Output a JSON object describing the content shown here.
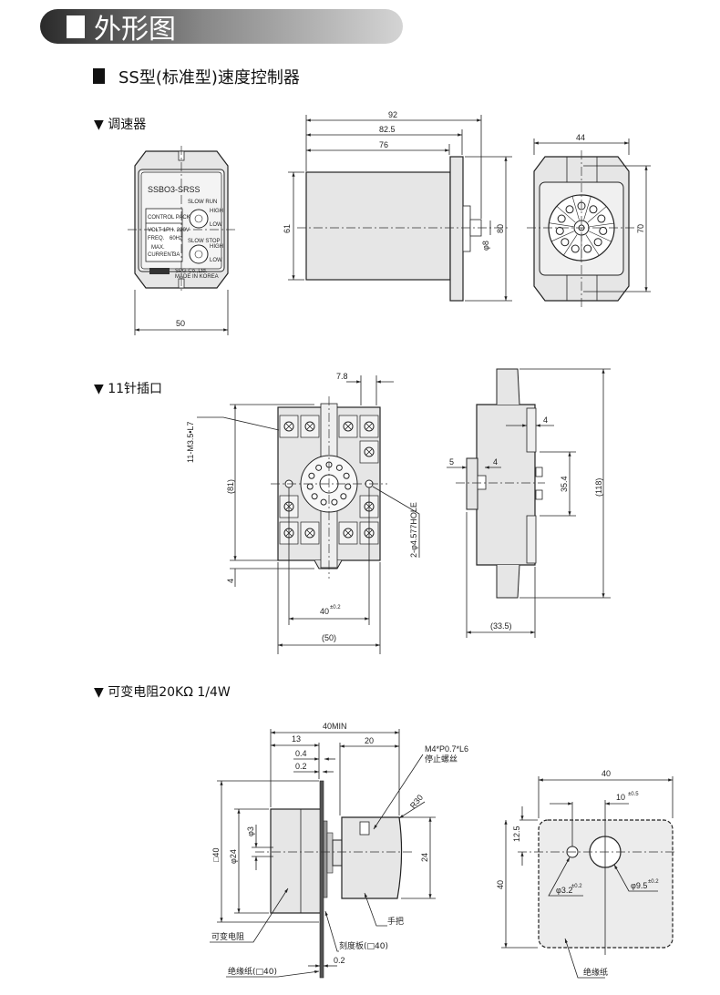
{
  "header": {
    "title": "外形图"
  },
  "section": {
    "title": "SS型(标准型)速度控制器"
  },
  "subsections": {
    "controller": "▼ 调速器",
    "socket": "▼ 11针插口",
    "resistor": "▼ 可变电阻20KΩ 1/4W"
  },
  "controller": {
    "model": "SSBO3-SRSS",
    "control_pack": "CONTROL PACK",
    "volt": "VOLT 1PH. 220V",
    "freq_label": "FREQ.",
    "freq_value": "60Hz",
    "max_label": "MAX.",
    "current_label": "CURRENT",
    "current_value": "3A",
    "slow_run": "SLOW RUN",
    "slow_stop": "SLOW STOP",
    "high": "HIGH",
    "low": "LOW",
    "brand": "SPG Co.,Ltd.",
    "made_in": "MADE IN KOREA",
    "dims": {
      "front_width": "50",
      "d92": "92",
      "d82_5": "82.5",
      "d76": "76",
      "d61": "61",
      "d80": "80",
      "phi8": "φ8",
      "d44": "44",
      "d70": "70"
    }
  },
  "socket": {
    "d7_8": "7.8",
    "screw_note": "11-M3.5•L7",
    "d81": "(81)",
    "d4": "4",
    "hole_note": "2-φ4.577HOLE",
    "d40": "40",
    "d40_tol": "±0.2",
    "d50": "(50)",
    "side_d4": "4",
    "d5": "5",
    "d4b": "4",
    "d35_4": "35.4",
    "d118": "(118)",
    "d33_5": "(33.5)"
  },
  "resistor": {
    "d40min": "40MIN",
    "d13": "13",
    "d20": "20",
    "d0_4": "0.4",
    "d0_2": "0.2",
    "screw_note": "M4*P0.7*L6",
    "screw_label": "停止螺丝",
    "r30": "R30",
    "sq40": "□40",
    "phi24": "φ24",
    "phi3": "φ3",
    "d24": "24",
    "knob_label": "手把",
    "resistor_label": "可变电阻",
    "scale_label": "刻度板(□40)",
    "paper_label": "绝缘纸(□40)",
    "d0_2b": "0.2",
    "paper": {
      "d40w": "40",
      "d10": "10",
      "d10_tol": "±0.5",
      "d12_5": "12.5",
      "d40h": "40",
      "phi3_2": "φ3.2",
      "phi3_2_tol": "±0.2",
      "phi9_5": "φ9.5",
      "phi9_5_tol": "±0.2",
      "label": "绝缘纸"
    }
  }
}
